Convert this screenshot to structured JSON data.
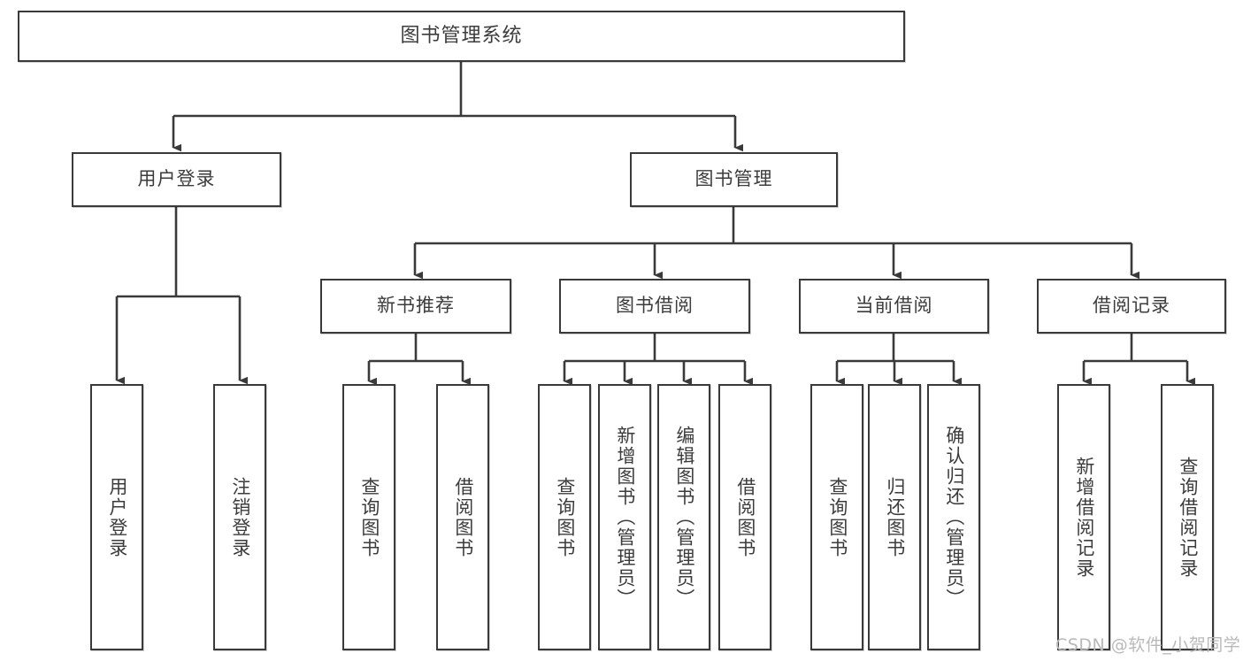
{
  "diagram": {
    "title": "图书管理系统",
    "type": "tree-hierarchy-chart",
    "watermark": "CSDN @软件_小贺同学",
    "colors": {
      "border": "#3a3a3a",
      "text": "#3c3c3c",
      "background": "#ffffff",
      "edge": "#3a3a3a",
      "watermark": "#b9b9b9"
    },
    "nodes": {
      "root": {
        "label": "图书管理系统"
      },
      "level2": [
        {
          "id": "user-login",
          "label": "用户登录"
        },
        {
          "id": "book-management",
          "label": "图书管理"
        }
      ],
      "level3": [
        {
          "id": "new-book-recommend",
          "label": "新书推荐"
        },
        {
          "id": "book-borrow",
          "label": "图书借阅"
        },
        {
          "id": "current-borrow",
          "label": "当前借阅"
        },
        {
          "id": "borrow-record",
          "label": "借阅记录"
        }
      ],
      "leaves": {
        "user-login": [
          {
            "id": "leaf-user-login",
            "label": "用户登录"
          },
          {
            "id": "leaf-user-logout",
            "label": "注销登录"
          }
        ],
        "new-book-recommend": [
          {
            "id": "leaf-query-book-1",
            "label": "查询图书"
          },
          {
            "id": "leaf-borrow-book-1",
            "label": "借阅图书"
          }
        ],
        "book-borrow": [
          {
            "id": "leaf-query-book-2",
            "label": "查询图书"
          },
          {
            "id": "leaf-add-book",
            "label": "新增图书（管理员）"
          },
          {
            "id": "leaf-edit-book",
            "label": "编辑图书（管理员）"
          },
          {
            "id": "leaf-borrow-book-2",
            "label": "借阅图书"
          }
        ],
        "current-borrow": [
          {
            "id": "leaf-query-book-3",
            "label": "查询图书"
          },
          {
            "id": "leaf-return-book",
            "label": "归还图书"
          },
          {
            "id": "leaf-confirm-return",
            "label": "确认归还（管理员）"
          }
        ],
        "borrow-record": [
          {
            "id": "leaf-add-record",
            "label": "新增借阅记录"
          },
          {
            "id": "leaf-query-record",
            "label": "查询借阅记录"
          }
        ]
      }
    }
  }
}
